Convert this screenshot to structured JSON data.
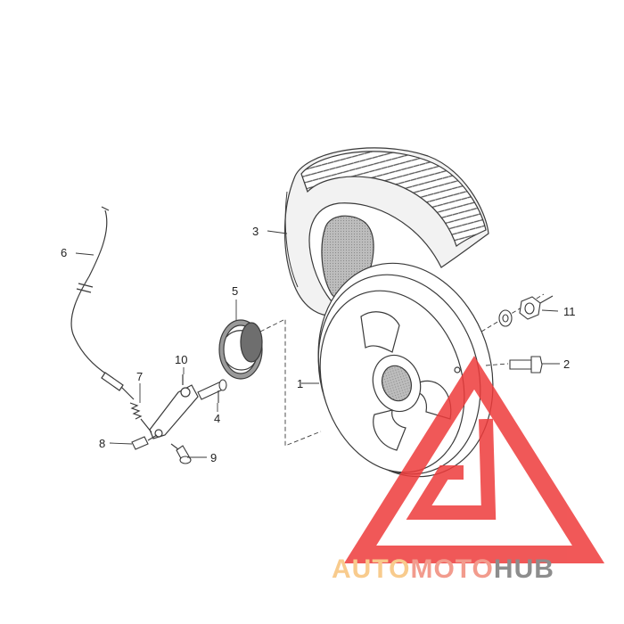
{
  "parts": [
    {
      "id": "wheel-rim",
      "number": "1"
    },
    {
      "id": "axle-bolt",
      "number": "2"
    },
    {
      "id": "tyre",
      "number": "3"
    },
    {
      "id": "cam-shaft",
      "number": "4"
    },
    {
      "id": "brake-shoe",
      "number": "5"
    },
    {
      "id": "brake-cable",
      "number": "6"
    },
    {
      "id": "spring",
      "number": "7"
    },
    {
      "id": "cable-adjuster",
      "number": "8"
    },
    {
      "id": "lever-bolt",
      "number": "9"
    },
    {
      "id": "brake-lever",
      "number": "10"
    },
    {
      "id": "axle-nut",
      "number": "11"
    }
  ],
  "watermark": {
    "word_part_1": "AUTO",
    "word_part_2": "MOTO",
    "word_part_3": "HUB",
    "color_part_1": "#f7c27a",
    "color_part_2": "#f08a7a",
    "color_part_3": "#7a7a7a",
    "triangle_color": "#ee3b3b"
  },
  "line_color": "#3a3a3a"
}
